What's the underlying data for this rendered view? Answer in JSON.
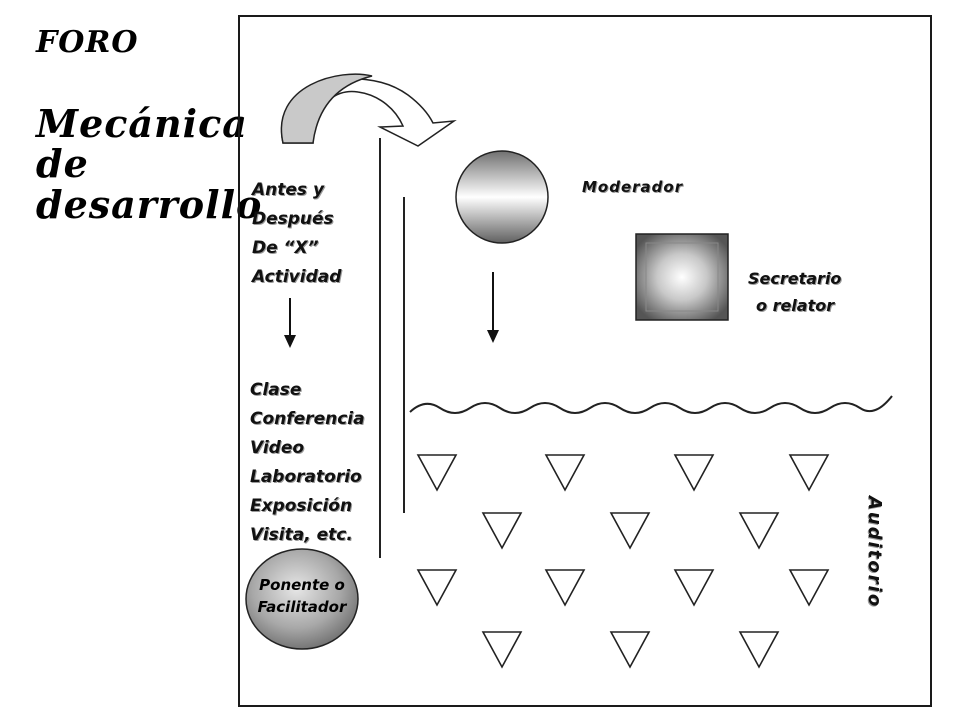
{
  "title": {
    "line1": "FORO",
    "line2": "Mecánica de desarrollo"
  },
  "left_labels": {
    "top": [
      "Antes y",
      "Después",
      "De “X”",
      "Actividad"
    ],
    "activities": [
      "Clase",
      "Conferencia",
      "Video",
      "Laboratorio",
      "Exposición",
      "Visita, etc."
    ]
  },
  "roles": {
    "moderator": "Moderador",
    "secretary_line1": "Secretario",
    "secretary_line2": "o relator",
    "audience": "Auditorio",
    "speaker_line1": "Ponente o",
    "speaker_line2": "Facilitador"
  }
}
